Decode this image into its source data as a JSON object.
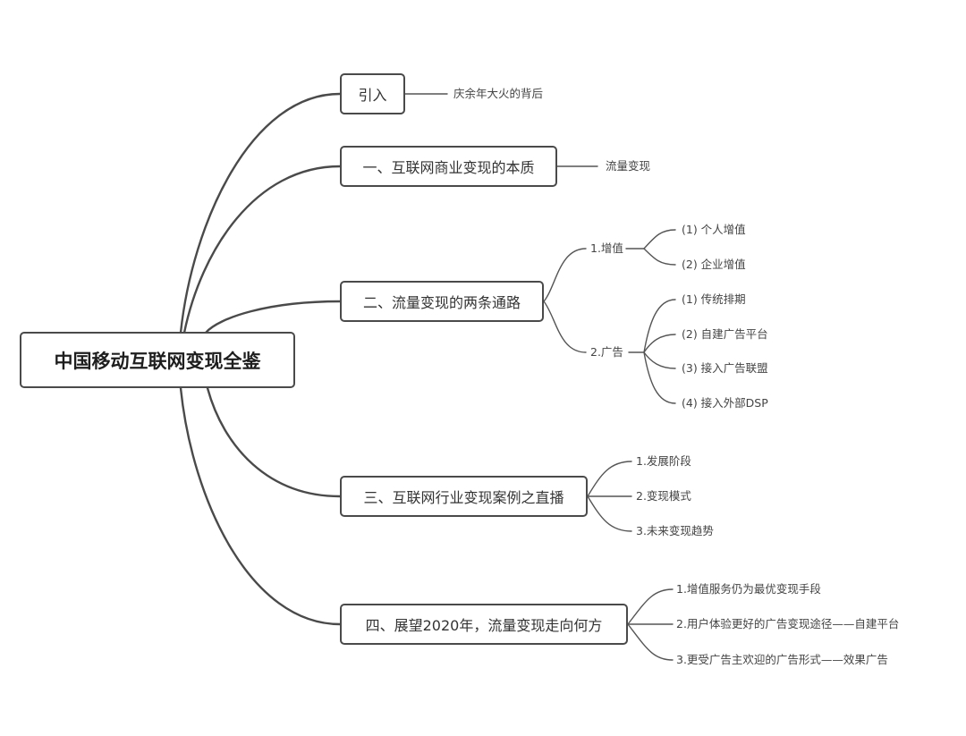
{
  "root": "中国移动互联网变现全鉴",
  "branches": [
    {
      "label": "引入",
      "children": [
        "庆余年大火的背后"
      ]
    },
    {
      "label": "一、互联网商业变现的本质",
      "children": [
        "流量变现"
      ]
    },
    {
      "label": "二、流量变现的两条通路",
      "sub": [
        {
          "label": "1.增值",
          "children": [
            "(1)  个人增值",
            "(2)  企业增值"
          ]
        },
        {
          "label": "2.广告",
          "children": [
            "(1)  传统排期",
            "(2)  自建广告平台",
            "(3)  接入广告联盟",
            "(4)  接入外部DSP"
          ]
        }
      ]
    },
    {
      "label": "三、互联网行业变现案例之直播",
      "children": [
        "1.发展阶段",
        "2.变现模式",
        "3.未来变现趋势"
      ]
    },
    {
      "label": "四、展望2020年，流量变现走向何方",
      "children": [
        "1.增值服务仍为最优变现手段",
        "2.用户体验更好的广告变现途径——自建平台",
        "3.更受广告主欢迎的广告形式——效果广告"
      ]
    }
  ]
}
